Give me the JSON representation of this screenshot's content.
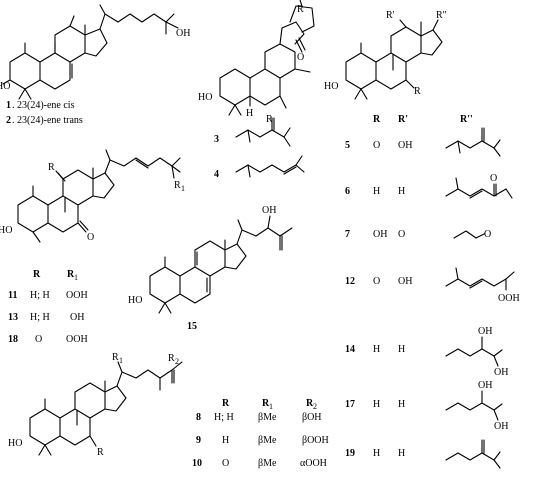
{
  "compound1": {
    "num": "1",
    "desc": ". 23(24)-ene cis"
  },
  "compound2": {
    "num": "2",
    "desc": ". 23(24)-ene trans"
  },
  "c_top": {
    "oh_a": "HO",
    "oh_b": "OH"
  },
  "c_mid": {
    "r_top": "R",
    "oh": "HO",
    "h": "H",
    "o": "O"
  },
  "c_mid_rows": [
    {
      "num": "3",
      "r": "R"
    },
    {
      "num": "4"
    }
  ],
  "c_right": {
    "rp": "R'",
    "rpp": "R\"",
    "r": "R",
    "ho": "HO",
    "headers": {
      "r": "R",
      "rp": "R'",
      "rpp": "R''"
    },
    "rows": [
      {
        "num": "5",
        "r": "O",
        "rp": "OH"
      },
      {
        "num": "6",
        "r": "H",
        "rp": "H",
        "side_o": "O"
      },
      {
        "num": "7",
        "r": "OH",
        "rp": "O",
        "side_o": "O"
      },
      {
        "num": "12",
        "r": "O",
        "rp": "OH",
        "side_ooh": "OOH"
      },
      {
        "num": "14",
        "r": "H",
        "rp": "H",
        "side_oh1": "OH",
        "side_oh2": "OH"
      },
      {
        "num": "17",
        "r": "H",
        "rp": "H",
        "side_oh1": "OH",
        "side_oh2": "OH"
      },
      {
        "num": "19",
        "r": "H",
        "rp": "H"
      }
    ]
  },
  "c_left2": {
    "r": "R",
    "r1": "R",
    "r1sub": "1",
    "ho": "HO",
    "o": "O",
    "headers": {
      "r": "R",
      "r1": "R",
      "r1sub": "1"
    },
    "rows": [
      {
        "num": "11",
        "r": "H; H",
        "r1": "OOH"
      },
      {
        "num": "13",
        "r": "H; H",
        "r1": "OH"
      },
      {
        "num": "18",
        "r": "O",
        "r1": "OOH"
      }
    ]
  },
  "c15": {
    "num": "15",
    "ho": "HO",
    "oh": "OH"
  },
  "c_bottom": {
    "r1": "R",
    "r1sub": "1",
    "r2": "R",
    "r2sub": "2",
    "r": "R",
    "ho": "HO",
    "headers": {
      "r": "R",
      "r1": "R",
      "r1sub": "1",
      "r2": "R",
      "r2sub": "2"
    },
    "rows": [
      {
        "num": "8",
        "r": "H; H",
        "r1": "βMe",
        "r2": "βOH"
      },
      {
        "num": "9",
        "r": "H",
        "r1": "βMe",
        "r2": "βOOH"
      },
      {
        "num": "10",
        "r": "O",
        "r1": "βMe",
        "r2": "αOOH"
      }
    ]
  }
}
